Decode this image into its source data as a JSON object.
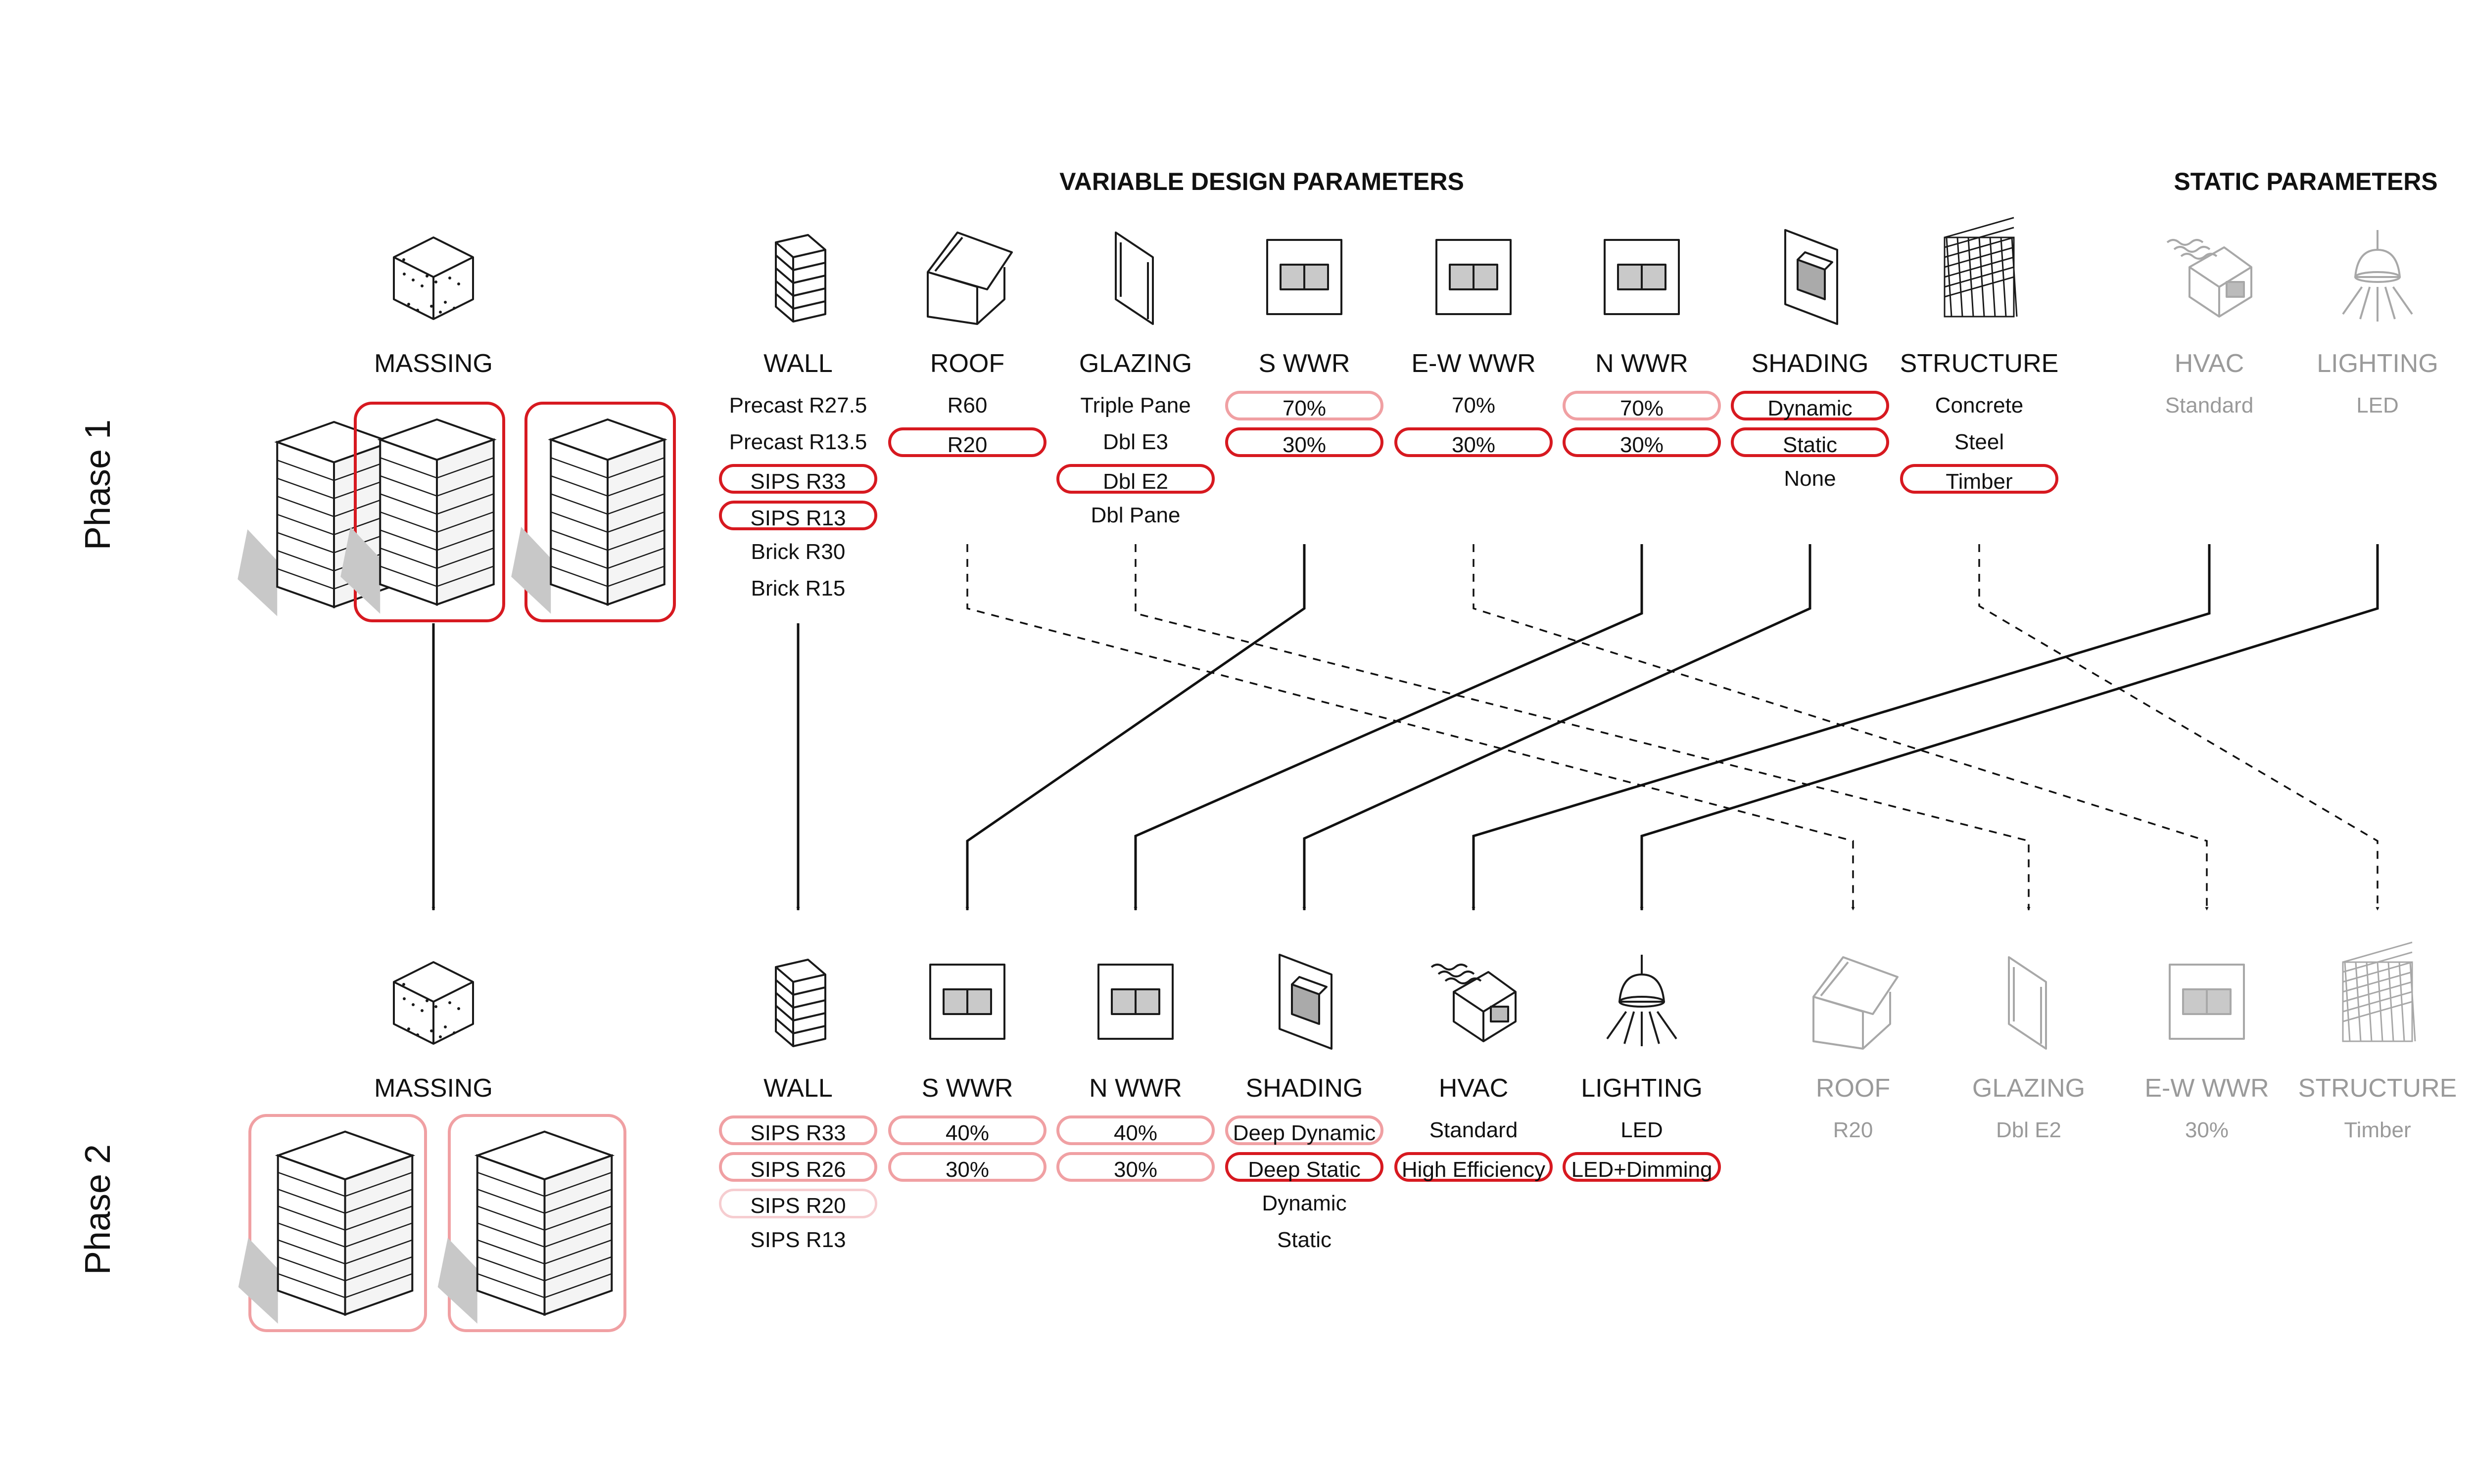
{
  "sections": {
    "variable": "VARIABLE DESIGN PARAMETERS",
    "static": "STATIC PARAMETERS"
  },
  "phases": [
    "Phase 1",
    "Phase 2"
  ],
  "colors": {
    "selected": "#d71920",
    "partial": "#f0a0a3",
    "weak": "#f6cdd0",
    "ink": "#111111",
    "static_grey": "#9a9a9a"
  },
  "phase1": {
    "columns": [
      {
        "id": "massing",
        "title": "MASSING",
        "icon": "massing-cube-icon",
        "static": false,
        "massing_options": [
          {
            "selected": "none"
          },
          {
            "selected": "strong"
          },
          {
            "selected": "strong"
          }
        ]
      },
      {
        "id": "wall",
        "title": "WALL",
        "icon": "wall-panel-icon",
        "static": false,
        "options": [
          {
            "label": "Precast R27.5",
            "selected": "none"
          },
          {
            "label": "Precast R13.5",
            "selected": "none"
          },
          {
            "label": "SIPS R33",
            "selected": "strong"
          },
          {
            "label": "SIPS R13",
            "selected": "strong"
          },
          {
            "label": "Brick R30",
            "selected": "none"
          },
          {
            "label": "Brick R15",
            "selected": "none"
          }
        ]
      },
      {
        "id": "roof",
        "title": "ROOF",
        "icon": "house-roof-icon",
        "static": false,
        "options": [
          {
            "label": "R60",
            "selected": "none"
          },
          {
            "label": "R20",
            "selected": "strong"
          }
        ]
      },
      {
        "id": "glazing",
        "title": "GLAZING",
        "icon": "glass-pane-icon",
        "static": false,
        "options": [
          {
            "label": "Triple Pane",
            "selected": "none"
          },
          {
            "label": "Dbl E3",
            "selected": "none"
          },
          {
            "label": "Dbl E2",
            "selected": "strong"
          },
          {
            "label": "Dbl Pane",
            "selected": "none"
          }
        ]
      },
      {
        "id": "swwr",
        "title": "S WWR",
        "icon": "window-wall-icon",
        "static": false,
        "options": [
          {
            "label": "70%",
            "selected": "partial"
          },
          {
            "label": "30%",
            "selected": "strong"
          }
        ]
      },
      {
        "id": "ewwwr",
        "title": "E-W WWR",
        "icon": "window-wall-icon",
        "static": false,
        "options": [
          {
            "label": "70%",
            "selected": "none"
          },
          {
            "label": "30%",
            "selected": "strong"
          }
        ]
      },
      {
        "id": "nwwr",
        "title": "N WWR",
        "icon": "window-wall-icon",
        "static": false,
        "options": [
          {
            "label": "70%",
            "selected": "partial"
          },
          {
            "label": "30%",
            "selected": "strong"
          }
        ]
      },
      {
        "id": "shading",
        "title": "SHADING",
        "icon": "shading-panel-icon",
        "static": false,
        "options": [
          {
            "label": "Dynamic",
            "selected": "strong"
          },
          {
            "label": "Static",
            "selected": "strong"
          },
          {
            "label": "None",
            "selected": "none"
          }
        ]
      },
      {
        "id": "structure",
        "title": "STRUCTURE",
        "icon": "structure-grid-icon",
        "static": false,
        "options": [
          {
            "label": "Concrete",
            "selected": "none"
          },
          {
            "label": "Steel",
            "selected": "none"
          },
          {
            "label": "Timber",
            "selected": "strong"
          }
        ]
      },
      {
        "id": "hvac",
        "title": "HVAC",
        "icon": "hvac-unit-icon",
        "static": true,
        "options": [
          {
            "label": "Standard",
            "selected": "none"
          }
        ]
      },
      {
        "id": "lighting",
        "title": "LIGHTING",
        "icon": "pendant-lamp-icon",
        "static": true,
        "options": [
          {
            "label": "LED",
            "selected": "none"
          }
        ]
      }
    ]
  },
  "phase2": {
    "columns": [
      {
        "id": "massing",
        "title": "MASSING",
        "icon": "massing-cube-icon",
        "static": false,
        "massing_options": [
          {
            "selected": "partial"
          },
          {
            "selected": "partial"
          }
        ]
      },
      {
        "id": "wall",
        "title": "WALL",
        "icon": "wall-panel-icon",
        "static": false,
        "options": [
          {
            "label": "SIPS R33",
            "selected": "partial"
          },
          {
            "label": "SIPS R26",
            "selected": "partial"
          },
          {
            "label": "SIPS R20",
            "selected": "weak"
          },
          {
            "label": "SIPS R13",
            "selected": "none"
          }
        ]
      },
      {
        "id": "swwr",
        "title": "S WWR",
        "icon": "window-wall-icon",
        "static": false,
        "options": [
          {
            "label": "40%",
            "selected": "partial"
          },
          {
            "label": "30%",
            "selected": "partial"
          }
        ]
      },
      {
        "id": "nwwr",
        "title": "N WWR",
        "icon": "window-wall-icon",
        "static": false,
        "options": [
          {
            "label": "40%",
            "selected": "partial"
          },
          {
            "label": "30%",
            "selected": "partial"
          }
        ]
      },
      {
        "id": "shading",
        "title": "SHADING",
        "icon": "shading-panel-icon",
        "static": false,
        "options": [
          {
            "label": "Deep Dynamic",
            "selected": "partial"
          },
          {
            "label": "Deep Static",
            "selected": "strong"
          },
          {
            "label": "Dynamic",
            "selected": "none"
          },
          {
            "label": "Static",
            "selected": "none"
          }
        ]
      },
      {
        "id": "hvac",
        "title": "HVAC",
        "icon": "hvac-unit-icon",
        "static": false,
        "options": [
          {
            "label": "Standard",
            "selected": "none"
          },
          {
            "label": "High Efficiency",
            "selected": "strong"
          }
        ]
      },
      {
        "id": "lighting",
        "title": "LIGHTING",
        "icon": "pendant-lamp-icon",
        "static": false,
        "options": [
          {
            "label": "LED",
            "selected": "none"
          },
          {
            "label": "LED+Dimming",
            "selected": "strong"
          }
        ]
      },
      {
        "id": "roof",
        "title": "ROOF",
        "icon": "house-roof-icon",
        "static": true,
        "options": [
          {
            "label": "R20",
            "selected": "none"
          }
        ]
      },
      {
        "id": "glazing",
        "title": "GLAZING",
        "icon": "glass-pane-icon",
        "static": true,
        "options": [
          {
            "label": "Dbl E2",
            "selected": "none"
          }
        ]
      },
      {
        "id": "ewwwr",
        "title": "E-W WWR",
        "icon": "window-wall-icon",
        "static": true,
        "options": [
          {
            "label": "30%",
            "selected": "none"
          }
        ]
      },
      {
        "id": "structure",
        "title": "STRUCTURE",
        "icon": "structure-grid-icon",
        "static": true,
        "options": [
          {
            "label": "Timber",
            "selected": "none"
          }
        ]
      }
    ]
  },
  "connections": [
    {
      "from": "massing",
      "to": "massing",
      "style": "solid"
    },
    {
      "from": "wall",
      "to": "wall",
      "style": "solid"
    },
    {
      "from": "swwr",
      "to": "swwr",
      "style": "solid"
    },
    {
      "from": "nwwr",
      "to": "nwwr",
      "style": "solid"
    },
    {
      "from": "shading",
      "to": "shading",
      "style": "solid"
    },
    {
      "from": "hvac",
      "to": "hvac",
      "style": "solid"
    },
    {
      "from": "lighting",
      "to": "lighting",
      "style": "solid"
    },
    {
      "from": "roof",
      "to": "roof",
      "style": "dashed"
    },
    {
      "from": "glazing",
      "to": "glazing",
      "style": "dashed"
    },
    {
      "from": "ewwwr",
      "to": "ewwwr",
      "style": "dashed"
    },
    {
      "from": "structure",
      "to": "structure",
      "style": "dashed"
    }
  ]
}
